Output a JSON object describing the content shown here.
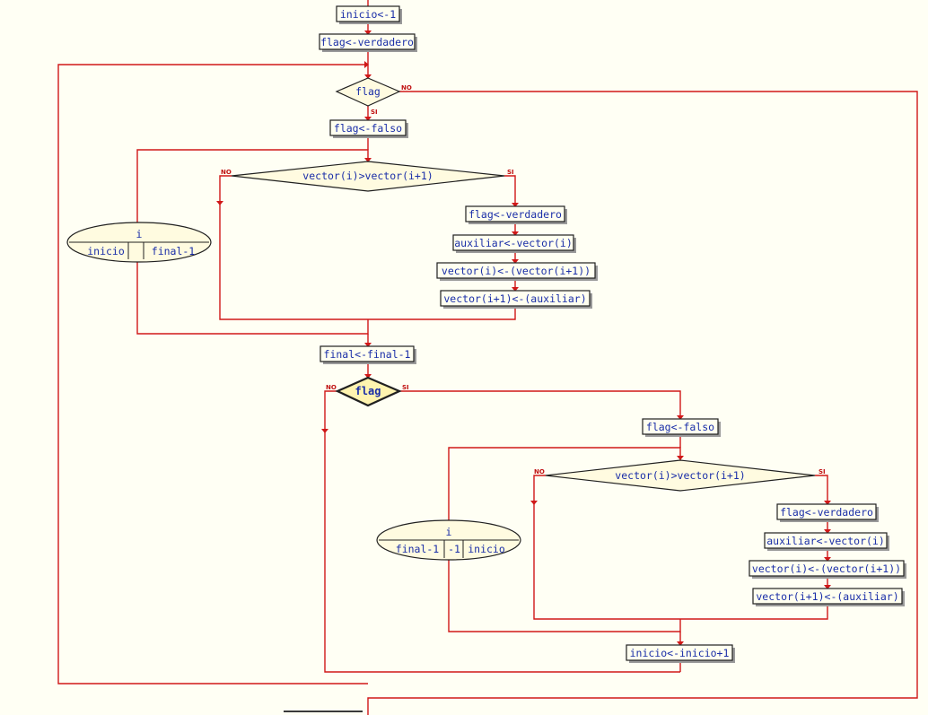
{
  "diagram": {
    "nodes": {
      "n_inicio": "inicio<-1",
      "n_flag_v1": "flag<-verdadero",
      "d_flag1": "flag",
      "n_flag_f1": "flag<-falso",
      "d_cmp1": "vector(i)>vector(i+1)",
      "n_flag_v2": "flag<-verdadero",
      "n_aux1": "auxiliar<-vector(i)",
      "n_vec1": "vector(i)<-(vector(i+1))",
      "n_vec2": "vector(i+1)<-(auxiliar)",
      "loop1": {
        "var": "i",
        "from": "inicio",
        "step": "",
        "to": "final-1"
      },
      "n_final": "final<-final-1",
      "d_flag2": "flag",
      "n_flag_f2": "flag<-falso",
      "d_cmp2": "vector(i)>vector(i+1)",
      "n_flag_v3": "flag<-verdadero",
      "n_aux2": "auxiliar<-vector(i)",
      "n_vec3": "vector(i)<-(vector(i+1))",
      "n_vec4": "vector(i+1)<-(auxiliar)",
      "loop2": {
        "var": "i",
        "from": "final-1",
        "step": "-1",
        "to": "inicio"
      },
      "n_inicio2": "inicio<-inicio+1"
    },
    "labels": {
      "yes": "SI",
      "no": "NO"
    },
    "colors": {
      "flow": "#d01818",
      "text": "#1a2ea8",
      "background": "#fffff4"
    }
  }
}
